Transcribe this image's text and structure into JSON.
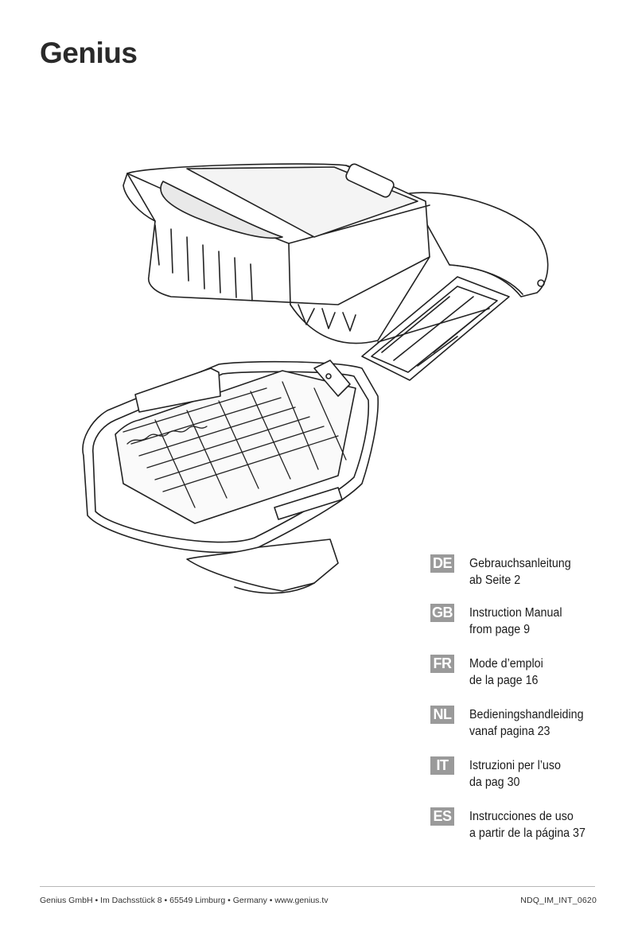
{
  "brand": {
    "name": "Genius"
  },
  "languages": [
    {
      "code": "DE",
      "line1": "Gebrauchsanleitung",
      "line2": "ab Seite 2"
    },
    {
      "code": "GB",
      "line1": "Instruction Manual",
      "line2": "from page 9"
    },
    {
      "code": "FR",
      "line1": "Mode d’emploi",
      "line2": "de la page 16"
    },
    {
      "code": "NL",
      "line1": "Bedieningshandleiding",
      "line2": "vanaf pagina 23"
    },
    {
      "code": "IT",
      "line1": "Istruzioni per l’uso",
      "line2": "da pag 30"
    },
    {
      "code": "ES",
      "line1": "Instrucciones de uso",
      "line2": "a partir de la página 37"
    }
  ],
  "footer": {
    "address": "Genius GmbH • Im Dachsstück 8 • 65549 Limburg • Germany • www.genius.tv",
    "doc_code": "NDQ_IM_INT_0620"
  }
}
